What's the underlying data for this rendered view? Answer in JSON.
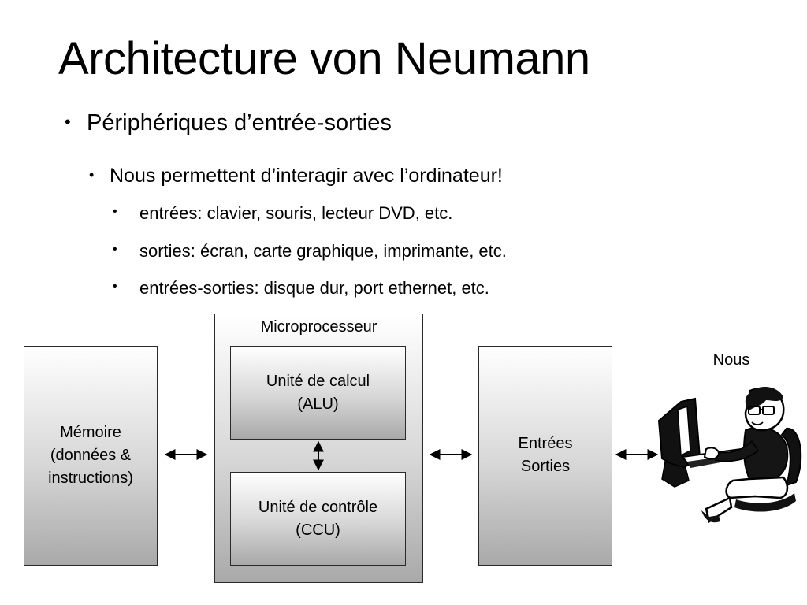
{
  "slide": {
    "title": "Architecture von Neumann",
    "bullet_l1": "Périphériques d’entrée-sorties",
    "bullet_l2": "Nous permettent d’interagir avec l’ordinateur!",
    "bullets_l3": [
      "entrées: clavier, souris, lecteur DVD, etc.",
      "sorties: écran, carte graphique, imprimante, etc.",
      "entrées-sorties: disque dur, port ethernet, etc."
    ]
  },
  "diagram": {
    "microprocessor_label": "Microprocesseur",
    "alu_label": [
      "Unité de calcul",
      "(ALU)"
    ],
    "ccu_label": [
      "Unité de contrôle",
      "(CCU)"
    ],
    "memory_label": [
      "Mémoire",
      "(données &",
      "instructions)"
    ],
    "io_label": [
      "Entrées",
      "Sorties"
    ],
    "user_label": "Nous",
    "user_icon": "person-at-computer-icon"
  }
}
